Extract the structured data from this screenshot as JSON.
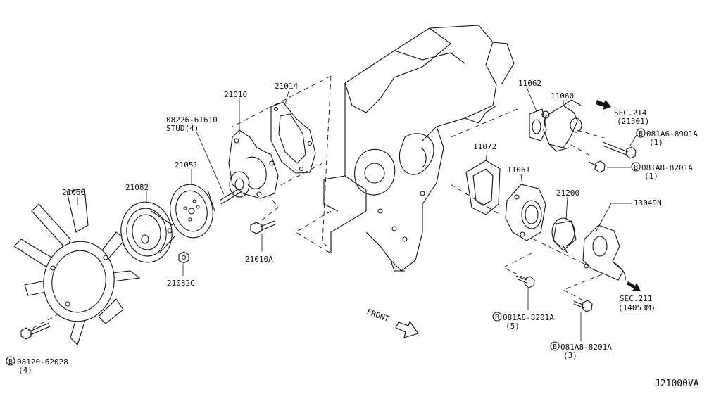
{
  "diagram_id": "J21000VA",
  "labels": {
    "p21060": "21060",
    "p21082": "21082",
    "p21051": "21051",
    "p21010": "21010",
    "p21014": "21014",
    "p21010A": "21010A",
    "p21082C": "21082C",
    "stud_part": "08226-61610",
    "stud_qty": "STUD(4)",
    "p11062": "11062",
    "p11060": "11060",
    "p11072": "11072",
    "p11061": "11061",
    "p21200": "21200",
    "p13049N": "13049N",
    "sec214": "SEC.214",
    "sec214_ref": "(21501)",
    "sec211": "SEC.211",
    "sec211_ref": "(14053M)",
    "bolt_a": "081A6-8901A",
    "bolt_a_qty": "(1)",
    "bolt_b": "081A8-8201A",
    "bolt_b_qty": "(1)",
    "bolt_c": "081A8-8201A",
    "bolt_c_qty": "(5)",
    "bolt_d": "081A8-8201A",
    "bolt_d_qty": "(3)",
    "bolt_e": "08120-62028",
    "bolt_e_qty": "(4)",
    "b_symbol": "B",
    "front": "FRONT"
  }
}
